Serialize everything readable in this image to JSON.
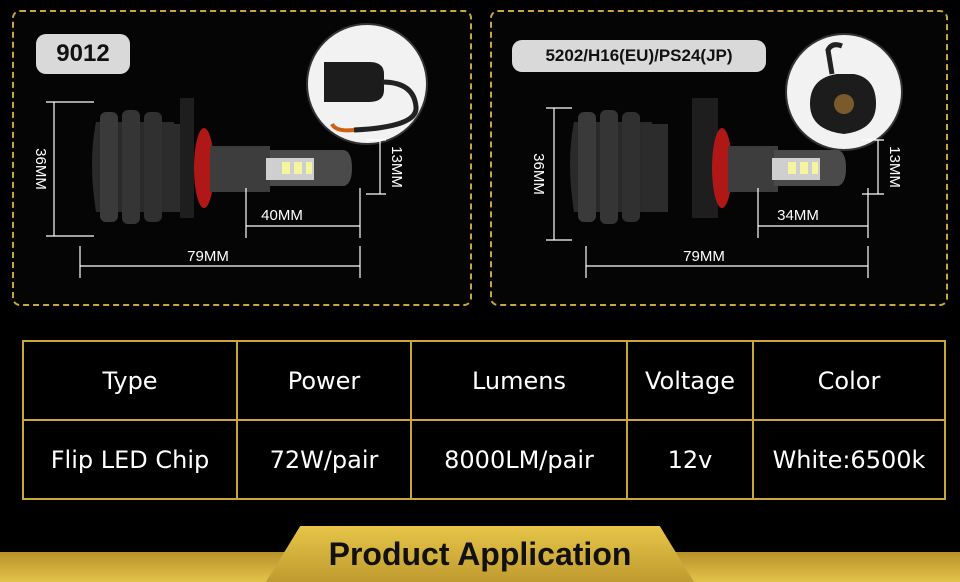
{
  "products": [
    {
      "model": "9012",
      "dims": {
        "height": "36MM",
        "diameter": "13MM",
        "neck": "40MM",
        "total": "79MM"
      }
    },
    {
      "model": "5202/H16(EU)/PS24(JP)",
      "dims": {
        "height": "36MM",
        "diameter": "13MM",
        "neck": "34MM",
        "total": "79MM"
      }
    }
  ],
  "specs": {
    "headers": [
      "Type",
      "Power",
      "Lumens",
      "Voltage",
      "Color"
    ],
    "values": [
      "Flip LED Chip",
      "72W/pair",
      "8000LM/pair",
      "12v",
      "White:6500k"
    ]
  },
  "banner": {
    "title": "Product Application"
  },
  "colors": {
    "accent": "#c9a83a",
    "badge": "#d9d9d9",
    "background": "#000000"
  }
}
